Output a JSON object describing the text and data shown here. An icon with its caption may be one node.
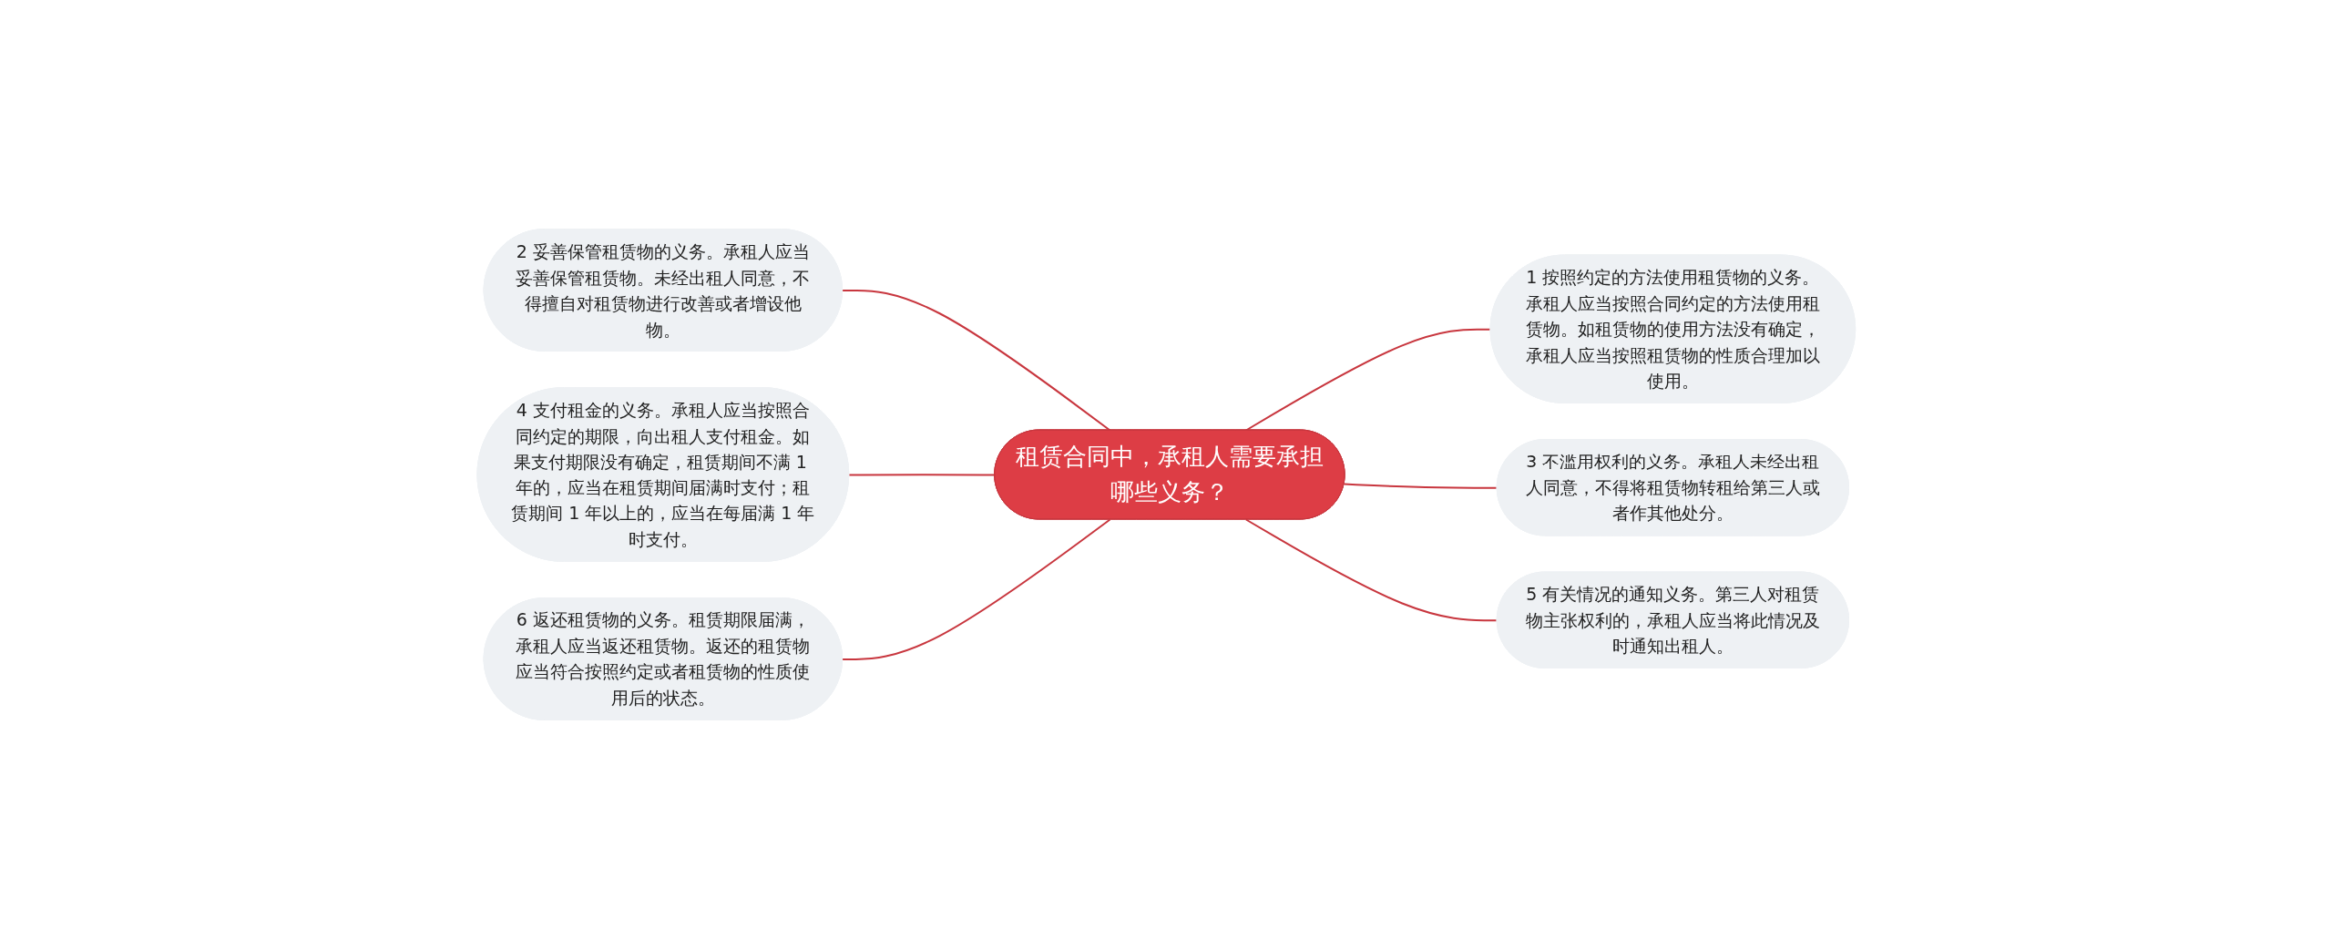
{
  "diagram": {
    "nodes": [
      {
        "text": [
          "租赁合同中，承租人需要承担哪些义务？"
        ]
      },
      {
        "text": [
          "1 按照约定的方法使用租赁物的义务。承租人应当按照合同约定的方法使用租赁物。如租赁物的使用方法没有确定，承租人应当按照租赁物的性质合理加以使用。"
        ]
      },
      {
        "text": [
          "2 妥善保管租赁物的义务。承租人应当妥善保管租赁物。未经出租人同意，不得擅自对租赁物进行改善或者增设他物。"
        ]
      },
      {
        "text": [
          "3 不滥用权利的义务。承租人未经出租人同意，不得将租赁物转租给第三人或者作其他处分。"
        ]
      },
      {
        "text": [
          "4 支付租金的义务。承租人应当按照合同约定的期限，向出租人支付租金。如果支付期限没有确定，租赁期间不满 1 年的，应当在租赁期间届满时支付；租赁期间 1 年以上的，应当在每届满 1 年时支付。"
        ]
      },
      {
        "text": [
          "5 有关情况的通知义务。第三人对租赁物主张权利的，承租人应当将此情况及时通知出租人。"
        ]
      },
      {
        "text": [
          "6 返还租赁物的义务。租赁期限届满，承租人应当返还租赁物。返还的租赁物应当符合按照约定或者租赁物的性质使用后的状态。"
        ]
      }
    ],
    "edges": [
      {
        "from": 0,
        "to": 1,
        "arrow": "none"
      },
      {
        "from": 0,
        "to": 2,
        "arrow": "none"
      },
      {
        "from": 0,
        "to": 3,
        "arrow": "none"
      },
      {
        "from": 0,
        "to": 4,
        "arrow": "none"
      },
      {
        "from": 0,
        "to": 5,
        "arrow": "none"
      },
      {
        "from": 0,
        "to": 6,
        "arrow": "none"
      }
    ]
  }
}
